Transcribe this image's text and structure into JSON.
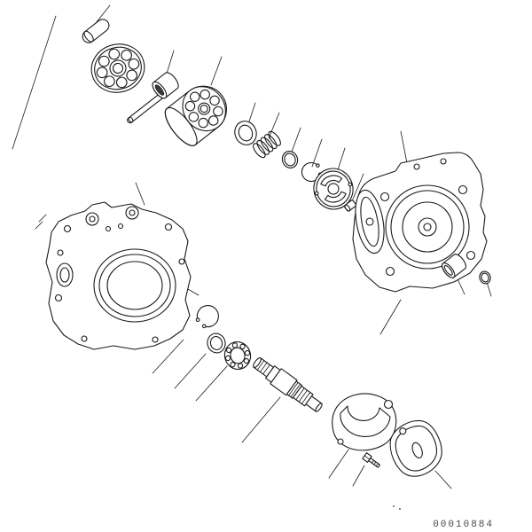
{
  "figure": {
    "kind": "exploded-parts-diagram",
    "drawing_number": "00010884",
    "background_color": "#ffffff",
    "line_color": "#1a1a1a",
    "parts": [
      "pin",
      "retainer-plate",
      "rod",
      "collar",
      "cylinder-block",
      "washer",
      "spring",
      "ring",
      "snap-ring",
      "valve-plate",
      "plug",
      "rear-case",
      "bushing",
      "small-ring",
      "front-case",
      "snap-ring-2",
      "washer-2",
      "bearing",
      "drive-shaft",
      "swash-plate",
      "bolt",
      "end-cover"
    ]
  }
}
